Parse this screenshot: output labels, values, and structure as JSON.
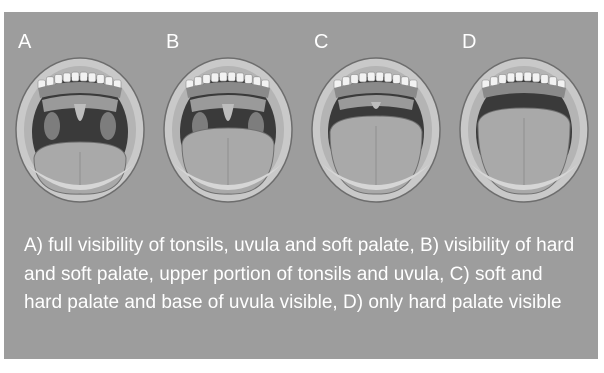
{
  "stages": [
    {
      "letter": "A",
      "visibility": "full"
    },
    {
      "letter": "B",
      "visibility": "partial-uvula"
    },
    {
      "letter": "C",
      "visibility": "base-uvula"
    },
    {
      "letter": "D",
      "visibility": "hard-palate-only"
    }
  ],
  "caption": "A) full visibility of tonsils, uvula and soft palate, B) visibility of hard and soft palate, upper portion of tonsils and uvula, C) soft and hard palate and base of uvula visible, D) only hard palate visible",
  "colors": {
    "panel_background": "#9d9d9d",
    "text": "#ffffff",
    "lip": "#c9c9c9",
    "cavity": "#3a3a3a",
    "tongue": "#a9a9a9",
    "teeth": "#f2f2f2"
  }
}
